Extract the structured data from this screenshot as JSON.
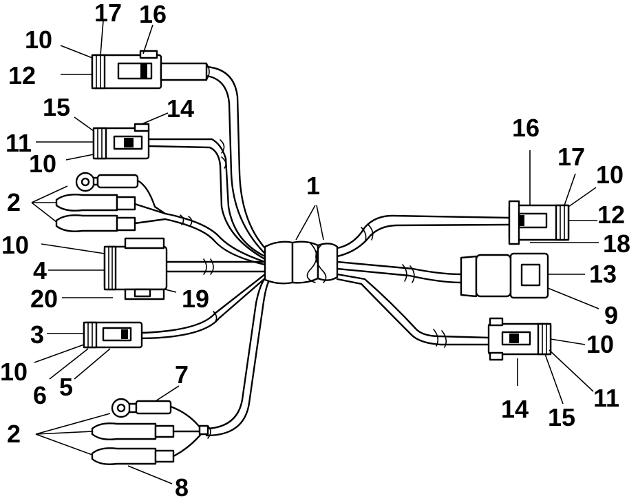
{
  "figure": {
    "background": "#ffffff",
    "line_color": "#000000"
  },
  "callouts": [
    {
      "id": "c1",
      "text": "1"
    },
    {
      "id": "c2a",
      "text": "2"
    },
    {
      "id": "c2b",
      "text": "2"
    },
    {
      "id": "c3",
      "text": "3"
    },
    {
      "id": "c4",
      "text": "4"
    },
    {
      "id": "c5",
      "text": "5"
    },
    {
      "id": "c6",
      "text": "6"
    },
    {
      "id": "c7",
      "text": "7"
    },
    {
      "id": "c8",
      "text": "8"
    },
    {
      "id": "c9",
      "text": "9"
    },
    {
      "id": "c10a",
      "text": "10"
    },
    {
      "id": "c10b",
      "text": "10"
    },
    {
      "id": "c10c",
      "text": "10"
    },
    {
      "id": "c10d",
      "text": "10"
    },
    {
      "id": "c10e",
      "text": "10"
    },
    {
      "id": "c10f",
      "text": "10"
    },
    {
      "id": "c11a",
      "text": "11"
    },
    {
      "id": "c11b",
      "text": "11"
    },
    {
      "id": "c12a",
      "text": "12"
    },
    {
      "id": "c12b",
      "text": "12"
    },
    {
      "id": "c13",
      "text": "13"
    },
    {
      "id": "c14a",
      "text": "14"
    },
    {
      "id": "c14b",
      "text": "14"
    },
    {
      "id": "c15a",
      "text": "15"
    },
    {
      "id": "c15b",
      "text": "15"
    },
    {
      "id": "c16a",
      "text": "16"
    },
    {
      "id": "c16b",
      "text": "16"
    },
    {
      "id": "c17a",
      "text": "17"
    },
    {
      "id": "c17b",
      "text": "17"
    },
    {
      "id": "c18",
      "text": "18"
    },
    {
      "id": "c19",
      "text": "19"
    },
    {
      "id": "c20",
      "text": "20"
    }
  ]
}
